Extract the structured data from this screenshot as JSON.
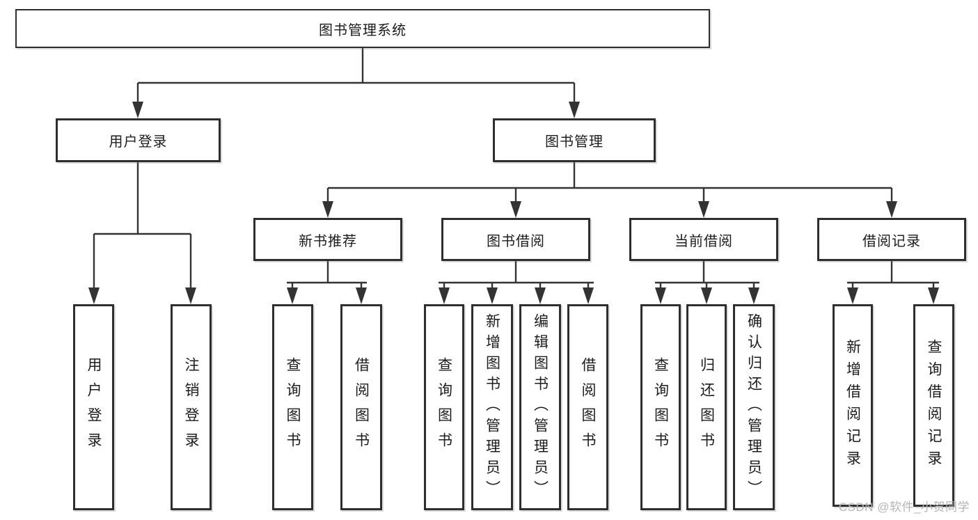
{
  "nodes": {
    "root": "图书管理系统",
    "user_login": "用户登录",
    "book_management": "图书管理",
    "new_book_recommend": "新书推荐",
    "book_borrow": "图书借阅",
    "current_borrow": "当前借阅",
    "borrow_records": "借阅记录",
    "leaf_user_login": "用户登录",
    "leaf_logout": "注销登录",
    "leaf_rec_query_book": "查询图书",
    "leaf_rec_borrow_book": "借阅图书",
    "leaf_bb_query_book": "查询图书",
    "leaf_bb_add_book_admin": "新增图书（管理员）",
    "leaf_bb_edit_book_admin": "编辑图书（管理员）",
    "leaf_bb_borrow_book": "借阅图书",
    "leaf_cb_query_book": "查询图书",
    "leaf_cb_return_book": "归还图书",
    "leaf_cb_confirm_return_admin": "确认归还（管理员）",
    "leaf_br_add_record": "新增借阅记录",
    "leaf_br_query_record": "查询借阅记录"
  },
  "watermark": "CSDN @软件_小贺同学",
  "colors": {
    "line": "#333333",
    "box_border": "#2e2e2e",
    "text": "#1c1c1c",
    "watermark": "#b5b5b5",
    "background": "#ffffff"
  }
}
